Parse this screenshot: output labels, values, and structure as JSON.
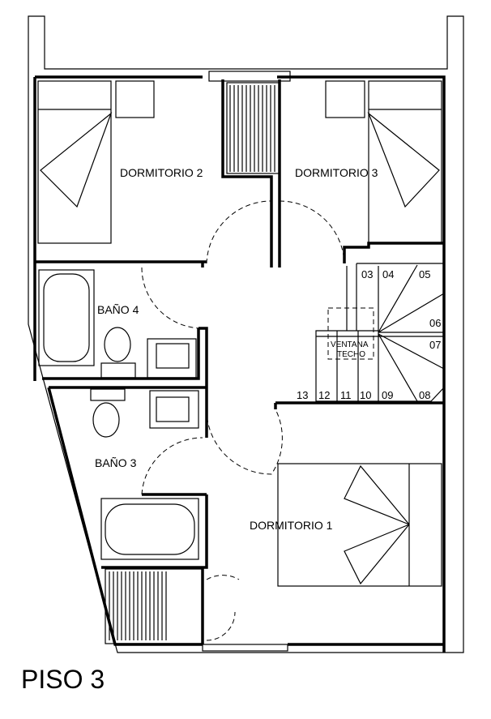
{
  "title": "PISO 3",
  "rooms": {
    "dorm1": "DORMITORIO 1",
    "dorm2": "DORMITORIO 2",
    "dorm3": "DORMITORIO 3",
    "bano3": "BAÑO 3",
    "bano4": "BAÑO 4"
  },
  "skylight": {
    "line1": "VENTANA",
    "line2": "TECHO"
  },
  "steps": [
    "03",
    "04",
    "05",
    "06",
    "07",
    "08",
    "09",
    "10",
    "11",
    "12",
    "13"
  ]
}
